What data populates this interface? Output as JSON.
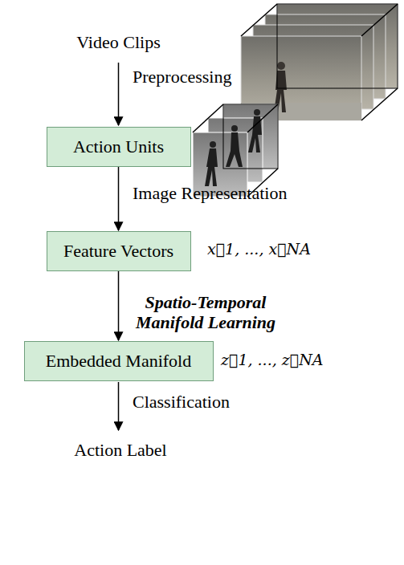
{
  "diagram": {
    "nodes": [
      {
        "text": [
          "Action Units"
        ]
      },
      {
        "text": [
          "Feature Vectors"
        ]
      },
      {
        "text": [
          "Embedded Manifold"
        ]
      }
    ],
    "edges": [
      {
        "from": 0,
        "to": 1,
        "arrow": "to",
        "label": "Image Representation"
      },
      {
        "from": 1,
        "to": 2,
        "arrow": "to",
        "label": "Spatio-Temporal Manifold Learning"
      }
    ],
    "labels": [
      "Video Clips",
      "Preprocessing",
      "x⃗1, ..., x⃗NA",
      "z⃗1, ..., z⃗NA",
      "Classification",
      "Action Label"
    ]
  }
}
